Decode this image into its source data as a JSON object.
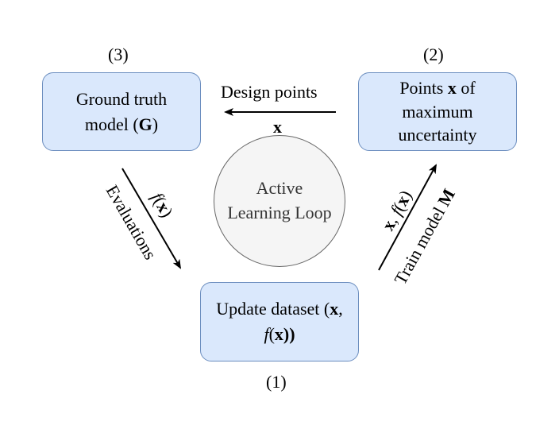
{
  "steps": {
    "ground_truth": {
      "number": "(3)",
      "line1": "Ground truth",
      "line2_pre": "model (",
      "line2_bold": "G",
      "line2_post": ")"
    },
    "uncertainty": {
      "number": "(2)",
      "line1_pre": "Points ",
      "line1_bold": "x",
      "line1_post": " of",
      "line2": "maximum",
      "line3": "uncertainty"
    },
    "update": {
      "number": "(1)",
      "line1_pre": "Update dataset (",
      "line1_bold": "x",
      "line1_post": ",",
      "line2_italic": "f",
      "line2_pre": "(",
      "line2_bold": "x",
      "line2_post": "))"
    }
  },
  "center": {
    "line1": "Active",
    "line2": "Learning Loop"
  },
  "edges": {
    "design": {
      "label": "Design points",
      "sub_bold": "x"
    },
    "evaluations": {
      "label": "Evaluations",
      "over_italic": "f",
      "over_pre": "(",
      "over_bold": "x",
      "over_post": ")"
    },
    "train": {
      "label_pre": "Train model ",
      "label_bold": "M",
      "over_bold": "x",
      "over_sep": ", ",
      "over_italic": "f",
      "over_pre": "(",
      "over_bold2": "x",
      "over_post": ")"
    }
  },
  "colors": {
    "box_fill": "#dae8fc",
    "box_stroke": "#6c8ebf",
    "circle_fill": "#f5f5f5",
    "circle_stroke": "#666666"
  }
}
